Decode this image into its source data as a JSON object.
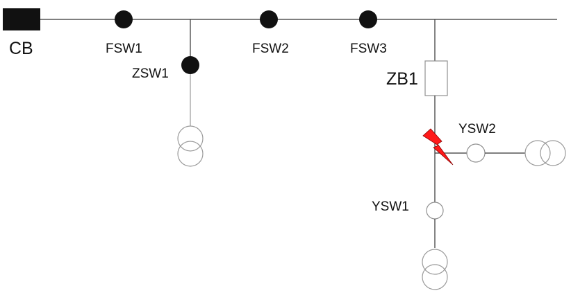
{
  "labels": {
    "cb": "CB",
    "fsw1": "FSW1",
    "fsw2": "FSW2",
    "fsw3": "FSW3",
    "zsw1": "ZSW1",
    "zb1": "ZB1",
    "ysw1": "YSW1",
    "ysw2": "YSW2"
  },
  "colors": {
    "closed_switch": "#111111",
    "open_switch_stroke": "#8f8f8f",
    "fault": "#ff1a1a",
    "line": "#333333"
  },
  "icons": {
    "breaker": "filled-square",
    "closed_switch": "filled-circle",
    "open_switch": "hollow-circle",
    "transformer": "double-circle",
    "fault": "lightning-bolt"
  }
}
